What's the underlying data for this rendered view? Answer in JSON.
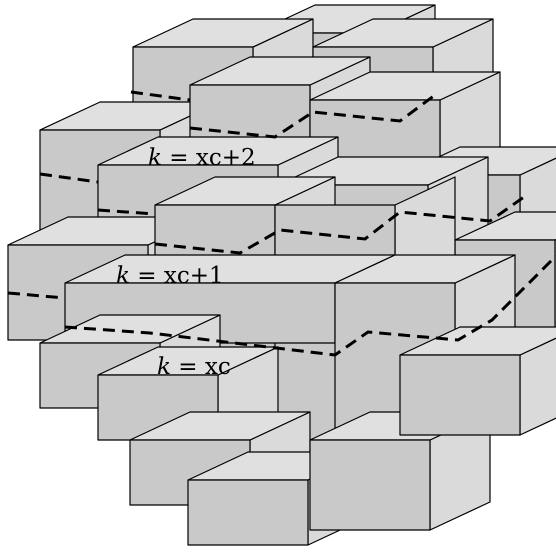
{
  "figure": {
    "background_color": "#ffffff",
    "colors": {
      "front_face": "#c9c9c9",
      "top_face": "#e0e0e0",
      "side_face": "#dadada",
      "edge": "#000000",
      "cut_line": "#000000"
    },
    "labels": [
      {
        "id": "label-k-xc-plus-2",
        "var": "k",
        "eq": " = ",
        "base": "xc",
        "suffix": "+2"
      },
      {
        "id": "label-k-xc-plus-1",
        "var": "k",
        "eq": " = ",
        "base": "xc",
        "suffix": "+1"
      },
      {
        "id": "label-k-xc",
        "var": "k",
        "eq": " = ",
        "base": "xc",
        "suffix": ""
      }
    ],
    "cut_line_style": "dashed"
  }
}
